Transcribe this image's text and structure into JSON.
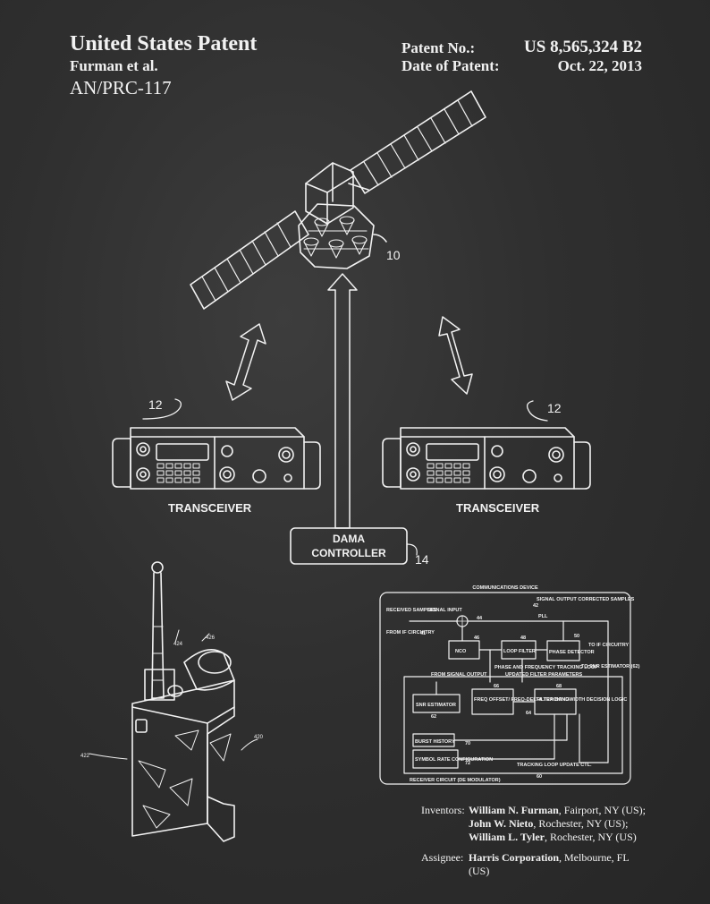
{
  "header": {
    "title": "United States Patent",
    "authors": "Furman et al.",
    "model": "AN/PRC-117",
    "patent_no_label": "Patent No.:",
    "patent_no": "US 8,565,324 B2",
    "date_label": "Date of Patent:",
    "date": "Oct. 22, 2013"
  },
  "diagram": {
    "satellite_ref": "10",
    "transceiver_ref_left": "12",
    "transceiver_ref_right": "12",
    "transceiver_label_left": "TRANSCEIVER",
    "transceiver_label_right": "TRANSCEIVER",
    "controller_line1": "DAMA",
    "controller_line2": "CONTROLLER",
    "controller_ref": "14",
    "radio_refs": [
      "424",
      "426",
      "420",
      "422"
    ]
  },
  "block_diagram": {
    "title": "COMMUNICATIONS DEVICE",
    "received_samples": "RECEIVED SAMPLES",
    "from_if": "FROM IF CIRCUITRY",
    "signal_input": "SIGNAL INPUT",
    "signal_output": "SIGNAL OUTPUT CORRECTED SAMPLES",
    "to_if": "TO IF CIRCUITRY",
    "to_snr": "TO SNR ESTIMATOR (62)",
    "pll": "PLL",
    "nco": "NCO",
    "loop_filter": "LOOP FILTER",
    "phase_detector": "PHASE DETECTOR",
    "tracking_loop": "PHASE AND FREQUENCY TRACKING LOOP",
    "updated_params": "UPDATED FILTER PARAMETERS",
    "from_signal_output": "FROM SIGNAL OUTPUT",
    "snr_estimator": "SNR ESTIMATOR",
    "freq_offset": "FREQ OFFSET/ FREQ-DELTA TRACKING",
    "filter_logic": "FILTER BANDWIDTH DECISION LOGIC",
    "burst_history": "BURST HISTORY",
    "symbol_rate": "SYMBOL RATE CONFIGURATION",
    "tracking_update": "TRACKING LOOP UPDATE CTL.",
    "receiver_circuit": "RECEIVER CIRCUIT (DE MODULATOR)",
    "refs": {
      "r42": "42",
      "r44": "44",
      "r46": "46",
      "r48": "48",
      "r50": "50",
      "r41": "41",
      "r62": "62",
      "r64": "64",
      "r66": "66",
      "r68": "68",
      "r70": "70",
      "r72": "72",
      "r60": "60"
    }
  },
  "footer": {
    "inventors_label": "Inventors:",
    "inventor1_name": "William N. Furman",
    "inventor1_loc": ", Fairport, NY (US);",
    "inventor2_name": "John W. Nieto",
    "inventor2_loc": ", Rochester, NY (US);",
    "inventor3_name": "William L. Tyler",
    "inventor3_loc": ", Rochester, NY (US)",
    "assignee_label": "Assignee:",
    "assignee_name": "Harris Corporation",
    "assignee_loc": ", Melbourne, FL",
    "assignee_loc2": "(US)"
  }
}
